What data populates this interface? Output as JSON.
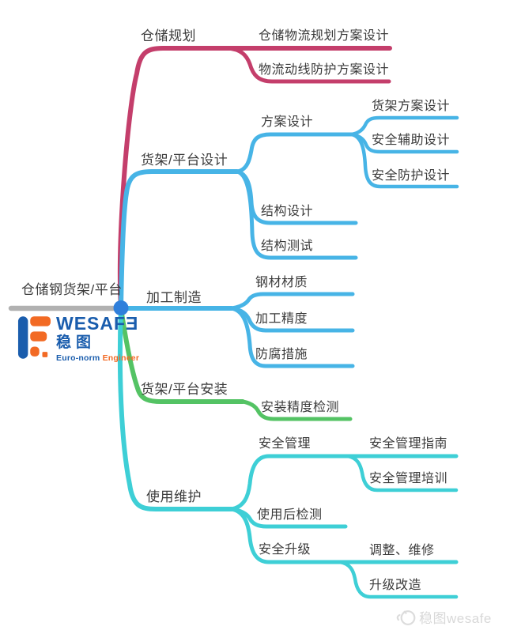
{
  "map": {
    "root": "仓储钢货架/平台",
    "branches": [
      {
        "label": "仓储规划",
        "color": "#c43e6b",
        "children": [
          {
            "label": "仓储物流规划方案设计"
          },
          {
            "label": "物流动线防护方案设计"
          }
        ]
      },
      {
        "label": "货架/平台设计",
        "color": "#47b4e6",
        "children": [
          {
            "label": "方案设计",
            "children": [
              {
                "label": "货架方案设计"
              },
              {
                "label": "安全辅助设计"
              },
              {
                "label": "安全防护设计"
              }
            ]
          },
          {
            "label": "结构设计"
          },
          {
            "label": "结构测试"
          }
        ]
      },
      {
        "label": "加工制造",
        "color": "#47b4e6",
        "children": [
          {
            "label": "钢材材质"
          },
          {
            "label": "加工精度"
          },
          {
            "label": "防腐措施"
          }
        ]
      },
      {
        "label": "货架/平台安装",
        "color": "#54c364",
        "children": [
          {
            "label": "安装精度检测"
          }
        ]
      },
      {
        "label": "使用维护",
        "color": "#3ecfd6",
        "children": [
          {
            "label": "安全管理",
            "children": [
              {
                "label": "安全管理指南"
              },
              {
                "label": "安全管理培训"
              }
            ]
          },
          {
            "label": "使用后检测"
          },
          {
            "label": "安全升级",
            "children": [
              {
                "label": "调整、维修"
              },
              {
                "label": "升级改造"
              }
            ]
          }
        ]
      }
    ]
  },
  "logo": {
    "wordmark": "WESAFƎ",
    "name_cn": "稳图",
    "tagline_primary": "Euro-norm",
    "tagline_accent": "Engineer",
    "blue": "#1a5dad",
    "orange": "#f26a24"
  },
  "watermark": {
    "text": "稳图wesafe"
  },
  "colors": {
    "branch_pink": "#c43e6b",
    "branch_blue": "#47b4e6",
    "branch_green": "#54c364",
    "branch_cyan": "#3ecfd6",
    "root_line": "#b1b1b1",
    "root_dot": "#2f7fdb",
    "text": "#3b3b3b",
    "watermark": "#d8d8d8"
  }
}
